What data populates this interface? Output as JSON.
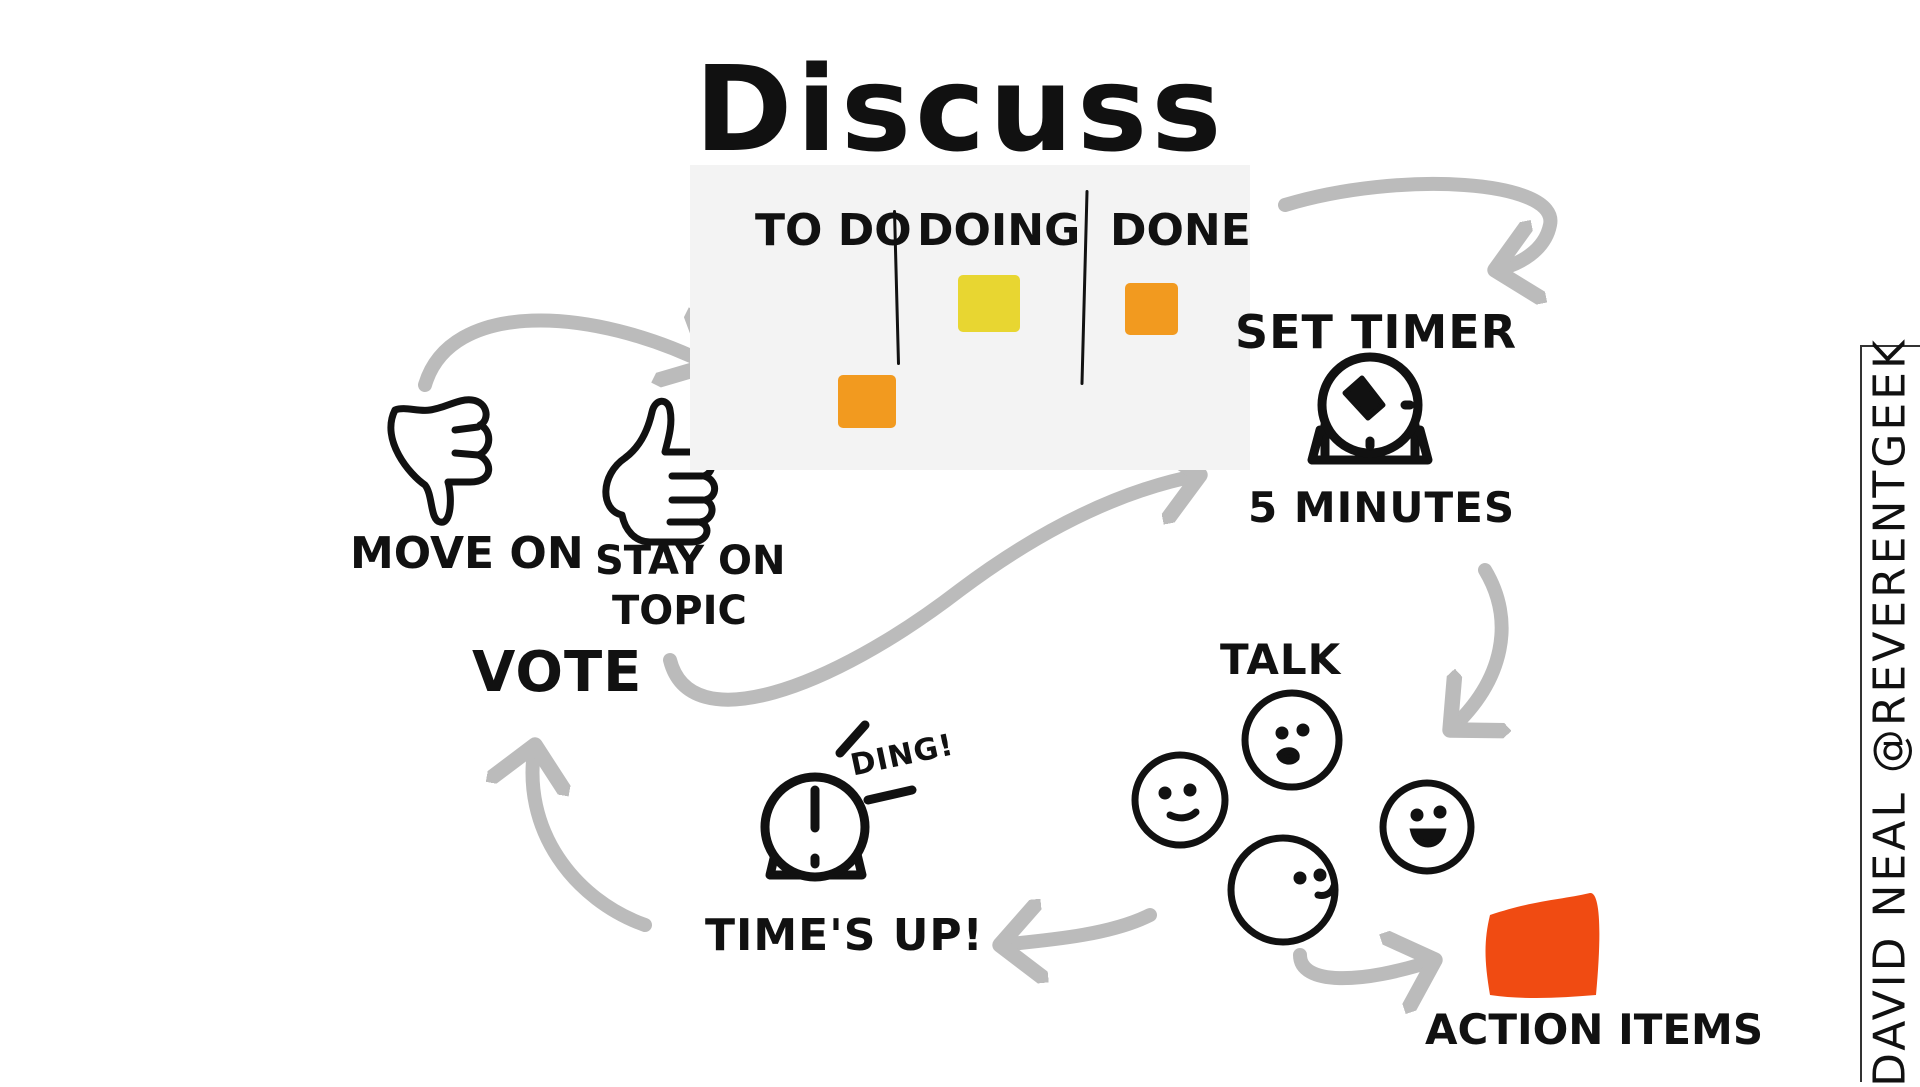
{
  "title": "Discuss",
  "board": {
    "columns": [
      "To Do",
      "Doing",
      "Done"
    ],
    "colors": {
      "todo_note": "#f29a1f",
      "doing_note": "#e8d631",
      "done_note": "#f29a1f",
      "board_bg": "#f3f3f3"
    }
  },
  "steps": {
    "set_timer": "Set Timer",
    "duration": "5 Minutes",
    "talk": "Talk",
    "action_items": "Action Items",
    "times_up": "Time's Up!",
    "ding": "Ding!",
    "vote": "Vote",
    "move_on": "Move On",
    "stay_on_topic_line1": "Stay on",
    "stay_on_topic_line2": "Topic"
  },
  "colors": {
    "arrow": "#bbbbbb",
    "action_item": "#f04b12",
    "ink": "#111111"
  },
  "credit": "David Neal @ReverentGeek",
  "icons": [
    "timer-icon",
    "thumbs-down-icon",
    "thumbs-up-icon",
    "face-icon"
  ]
}
